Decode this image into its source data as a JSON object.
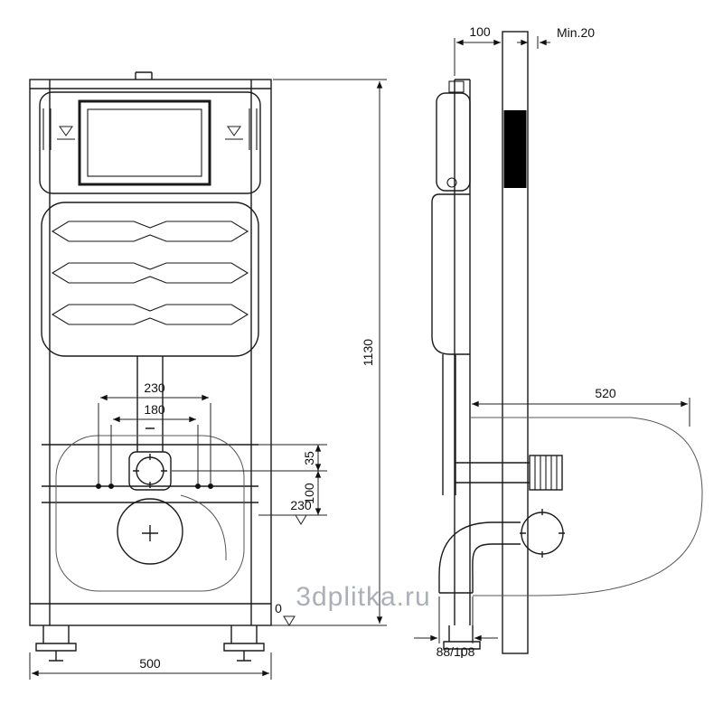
{
  "watermark": {
    "text": "3dplitka.ru"
  },
  "dims": {
    "overall_height": "1130",
    "overall_width": "500",
    "spacing_outer": "230",
    "spacing_inner": "180",
    "offset_35": "35",
    "offset_100": "100",
    "outlet_level": "230",
    "floor_level": "0",
    "frame_depth": "100",
    "wall_min": "Min.20",
    "bowl_depth": "520",
    "outlet_pipe": "88/108"
  },
  "colors": {
    "line": "#1a1a1a",
    "panel": "#000000",
    "watermark": "#aab0b8",
    "background": "#ffffff"
  }
}
